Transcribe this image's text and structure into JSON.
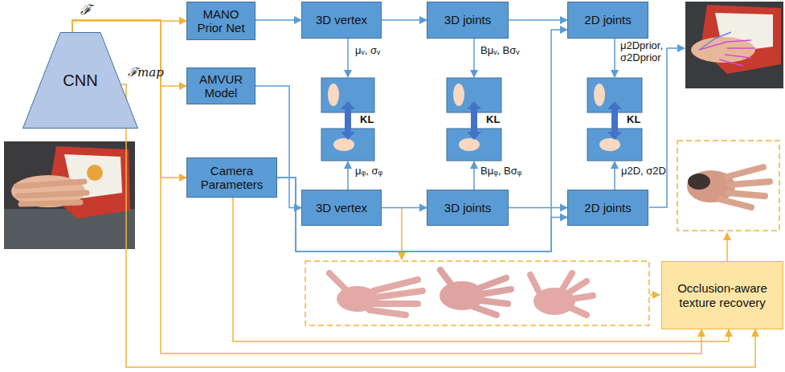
{
  "diagram": {
    "nodes": [
      {
        "text": [
          "CNN"
        ]
      },
      {
        "text": [
          "MANO Prior Net"
        ]
      },
      {
        "text": [
          "3D vertex"
        ]
      },
      {
        "text": [
          "3D joints"
        ]
      },
      {
        "text": [
          "2D joints"
        ]
      },
      {
        "text": [
          "AMVUR Model"
        ]
      },
      {
        "text": [
          "Camera Parameters"
        ]
      },
      {
        "text": [
          "3D vertex"
        ]
      },
      {
        "text": [
          "3D joints"
        ]
      },
      {
        "text": [
          "2D joints"
        ]
      },
      {
        "text": [
          "Occlusion-aware texture recovery"
        ]
      }
    ],
    "edges": [
      {
        "from": 0,
        "to": 1,
        "arrow": "to"
      },
      {
        "from": 0,
        "to": 5,
        "arrow": "to"
      },
      {
        "from": 0,
        "to": 6,
        "arrow": "to"
      },
      {
        "from": 0,
        "to": 10,
        "arrow": "to"
      },
      {
        "from": 0,
        "to": 10,
        "arrow": "to"
      },
      {
        "from": 1,
        "to": 2,
        "arrow": "to"
      },
      {
        "from": 2,
        "to": 3,
        "arrow": "to"
      },
      {
        "from": 3,
        "to": 4,
        "arrow": "to"
      },
      {
        "from": 5,
        "to": 7,
        "arrow": "to"
      },
      {
        "from": 6,
        "to": 9,
        "arrow": "to"
      },
      {
        "from": 6,
        "to": 4,
        "arrow": "to"
      },
      {
        "from": 7,
        "to": 8,
        "arrow": "to"
      },
      {
        "from": 8,
        "to": 9,
        "arrow": "to"
      },
      {
        "from": 6,
        "to": 10,
        "arrow": "to"
      }
    ],
    "labels": [
      "ℱ",
      "ℱmap",
      "μᵥ, σᵥ",
      "Bμᵥ, Bσᵥ",
      "μ2Dprior, σ2Dprior",
      "KL",
      "KL",
      "KL",
      "μᵩ, σᵩ",
      "Bμᵩ, Bσᵩ",
      "μ2D, σ2D"
    ]
  }
}
